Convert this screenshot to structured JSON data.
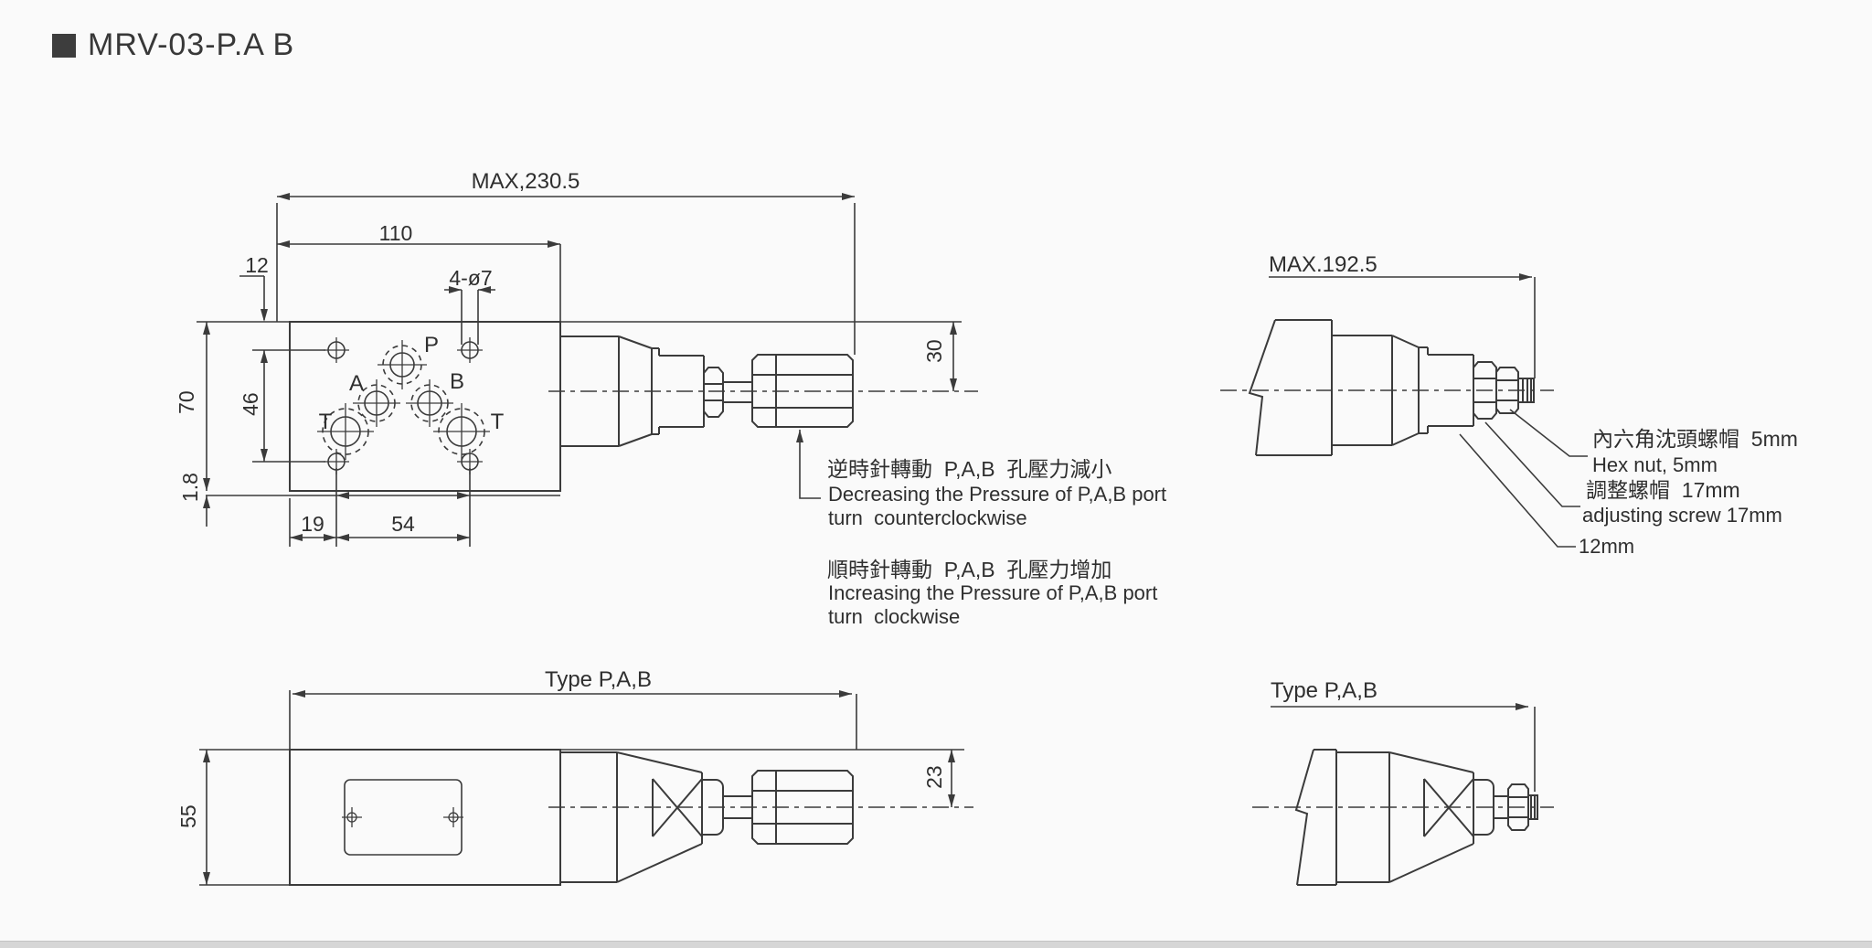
{
  "title": {
    "marker": "■",
    "text": "MRV-03-P.A B"
  },
  "front_view": {
    "dim_max_length": "MAX,230.5",
    "dim_body_width": "110",
    "dim_offset_top": "12",
    "dim_mount_holes": "4-ø7",
    "dim_height": "70",
    "dim_hole_pitch_v": "46",
    "dim_plate_thickness": "1.8",
    "dim_offset_left": "19",
    "dim_hole_pitch_h": "54",
    "dim_knob_to_axis": "30",
    "port_p": "P",
    "port_a": "A",
    "port_b": "B",
    "port_t_left": "T",
    "port_t_right": "T"
  },
  "side_view": {
    "dim_max_length": "MAX.192.5",
    "callout_hex_nut_zh": "內六角沈頭螺帽  5mm",
    "callout_hex_nut_en": "Hex nut, 5mm",
    "callout_adjust_zh": "調整螺帽  17mm",
    "callout_adjust_en": "adjusting screw 17mm",
    "callout_wrench_size": "12mm"
  },
  "notes": {
    "decrease_zh": "逆時針轉動  P,A,B  孔壓力減小",
    "decrease_en_1": "Decreasing the Pressure of P,A,B port",
    "decrease_en_2": "turn  counterclockwise",
    "increase_zh": "順時針轉動  P,A,B  孔壓力增加",
    "increase_en_1": "Increasing the Pressure of P,A,B port",
    "increase_en_2": "turn  clockwise"
  },
  "bottom_front_view": {
    "label": "Type P,A,B",
    "dim_height": "55",
    "dim_knob_to_axis": "23"
  },
  "bottom_side_view": {
    "label": "Type P,A,B"
  }
}
